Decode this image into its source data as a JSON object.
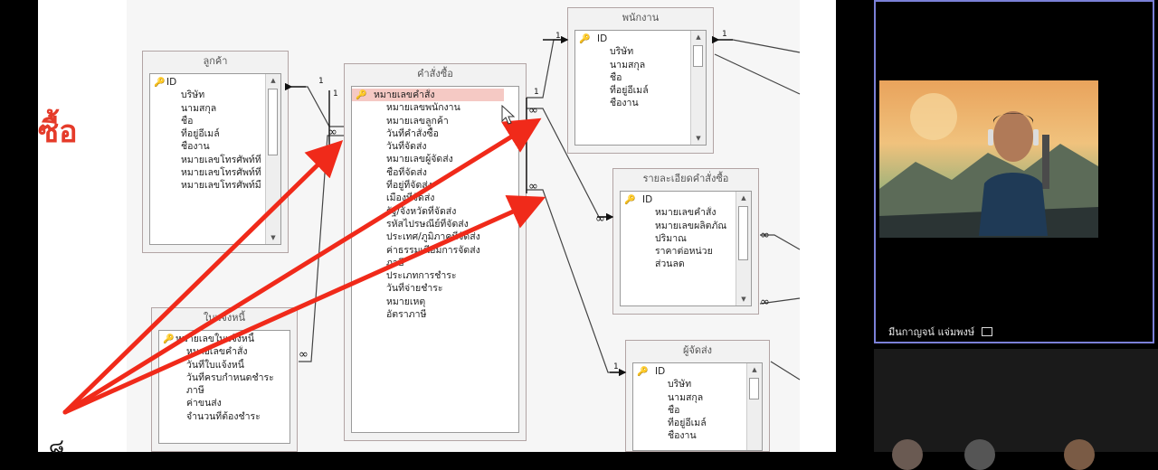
{
  "slide": {
    "title_fragment": "ซื้อ",
    "bottom_glyph": "๘"
  },
  "tables": {
    "customers": {
      "title": "ลูกค้า",
      "fields": [
        "ID",
        "บริษัท",
        "นามสกุล",
        "ชื่อ",
        "ที่อยู่อีเมล์",
        "ชื่องาน",
        "หมายเลขโทรศัพท์ที่",
        "หมายเลขโทรศัพท์ที่",
        "หมายเลขโทรศัพท์มื"
      ]
    },
    "orders": {
      "title": "คำสั่งซื้อ",
      "fields": [
        "หมายเลขคำสั่ง",
        "หมายเลขพนักงาน",
        "หมายเลขลูกค้า",
        "วันที่คำสั่งซื้อ",
        "วันที่จัดส่ง",
        "หมายเลขผู้จัดส่ง",
        "ชื่อที่จัดส่ง",
        "ที่อยู่ที่จัดส่ง",
        "เมืองที่จัดส่ง",
        "รัฐ/จังหวัดที่จัดส่ง",
        "รหัสไปรษณีย์ที่จัดส่ง",
        "ประเทศ/ภูมิภาคที่จัดส่ง",
        "ค่าธรรมเนียมการจัดส่ง",
        "ภาษี",
        "ประเภทการชำระ",
        "วันที่จ่ายชำระ",
        "หมายเหตุ",
        "อัตราภาษี"
      ]
    },
    "employees": {
      "title": "พนักงาน",
      "fields": [
        "ID",
        "บริษัท",
        "นามสกุล",
        "ชื่อ",
        "ที่อยู่อีเมล์",
        "ชื่องาน"
      ]
    },
    "order_details": {
      "title": "รายละเอียดคำสั่งซื้อ",
      "fields": [
        "ID",
        "หมายเลขคำสั่ง",
        "หมายเลขผลิตภัณ",
        "ปริมาณ",
        "ราคาต่อหน่วย",
        "ส่วนลด"
      ]
    },
    "invoices": {
      "title": "ใบแจ้งหนี้",
      "fields": [
        "หมายเลขใบแจ้งหนี้",
        "หมายเลขคำสั่ง",
        "วันที่ใบแจ้งหนี้",
        "วันที่ครบกำหนดชำระ",
        "ภาษี",
        "ค่าขนส่ง",
        "จำนวนที่ต้องชำระ"
      ]
    },
    "shippers": {
      "title": "ผู้จัดส่ง",
      "fields": [
        "ID",
        "บริษัท",
        "นามสกุล",
        "ชื่อ",
        "ที่อยู่อีเมล์",
        "ชื่องาน"
      ]
    }
  },
  "relationships": {
    "one_label": "1",
    "many_label": "∞"
  },
  "participant": {
    "name": "มีนกาญจน์ แจ่มพงษ์",
    "status_icon": "screen-share-icon"
  },
  "colors": {
    "annotation": "#f02a1a",
    "tile_border": "#7b80d8",
    "slide_title": "#e53b2a"
  }
}
